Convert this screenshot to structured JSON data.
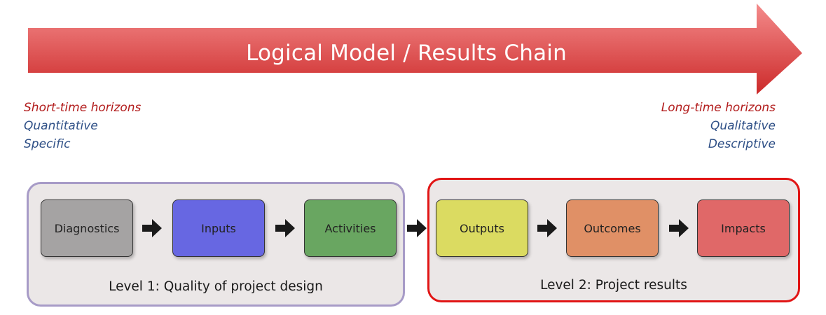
{
  "banner": {
    "title": "Logical Model / Results Chain",
    "fill_top": "#f48b8b",
    "fill_bottom": "#cc2a2a"
  },
  "horizons": {
    "left": {
      "horizon": "Short-time horizons",
      "measure": "Quantitative",
      "character": "Specific"
    },
    "right": {
      "horizon": "Long-time horizons",
      "measure": "Qualitative",
      "character": "Descriptive"
    }
  },
  "level1": {
    "label": "Level 1: Quality of project design",
    "border_color": "#a79bc7"
  },
  "level2": {
    "label": "Level 2: Project results",
    "border_color": "#e11515"
  },
  "stages": [
    {
      "label": "Diagnostics",
      "color": "#a5a3a3"
    },
    {
      "label": "Inputs",
      "color": "#6767e2"
    },
    {
      "label": "Activities",
      "color": "#69a661"
    },
    {
      "label": "Outputs",
      "color": "#dbdb61"
    },
    {
      "label": "Outcomes",
      "color": "#e09066"
    },
    {
      "label": "Impacts",
      "color": "#e06868"
    }
  ]
}
